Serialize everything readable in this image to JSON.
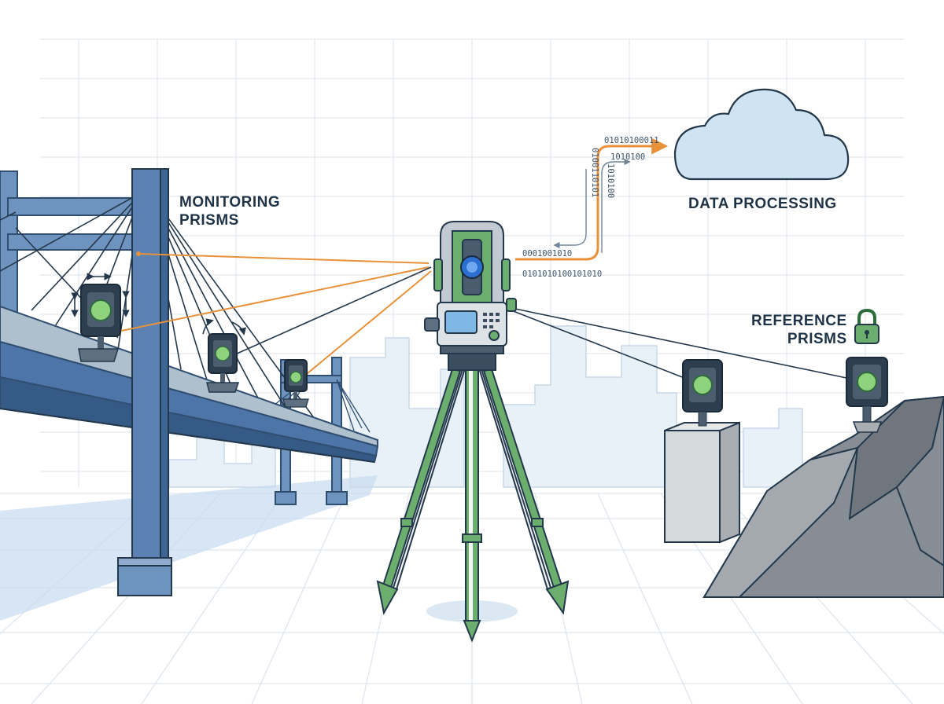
{
  "labels": {
    "monitoring_line1": "MONITORING",
    "monitoring_line2": "PRISMS",
    "data_processing": "DATA PROCESSING",
    "reference_line1": "REFERENCE",
    "reference_line2": "PRISMS"
  },
  "binary": {
    "top": "01010100011",
    "upper_vertical": "1010100",
    "right_vertical": "1010100",
    "left_vertical": "0100110101",
    "middle": "0001001010",
    "bottom": "0101010100101010"
  },
  "icons": [
    "cloud-icon",
    "lock-icon",
    "total-station-icon",
    "prism-icon",
    "bridge-icon",
    "rock-icon",
    "pillar-icon"
  ],
  "colors": {
    "steel_blue": "#5b82b2",
    "accent_orange": "#e8913a",
    "station_green": "#6cae6e",
    "cloud_blue": "#cfe3f2",
    "text_dark": "#1f3347",
    "rock_gray": "#868d94"
  }
}
